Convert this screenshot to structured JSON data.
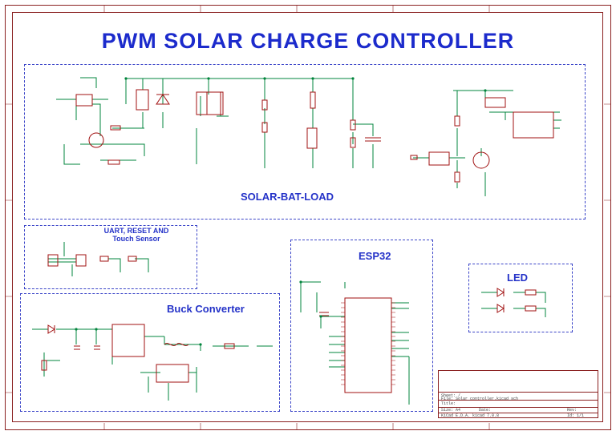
{
  "title": "PWM SOLAR CHARGE CONTROLLER",
  "sections": {
    "solar": "SOLAR-BAT-LOAD",
    "uart": "UART, RESET AND Touch Sensor",
    "buck": "Buck Converter",
    "esp32": "ESP32",
    "led": "LED"
  },
  "title_block": {
    "sheet": "Sheet: /",
    "file": "File: Solar_controller.kicad_sch",
    "title_label": "Title:",
    "size": "Size: A4",
    "date": "Date:",
    "rev": "Rev:",
    "kicad": "KiCad E.D.A.  kicad 7.0.8",
    "id": "Id: 1/1"
  },
  "colors": {
    "wire": "#00843c",
    "component": "#a01010",
    "section": "#3a44c8",
    "title": "#1c2bcc"
  }
}
